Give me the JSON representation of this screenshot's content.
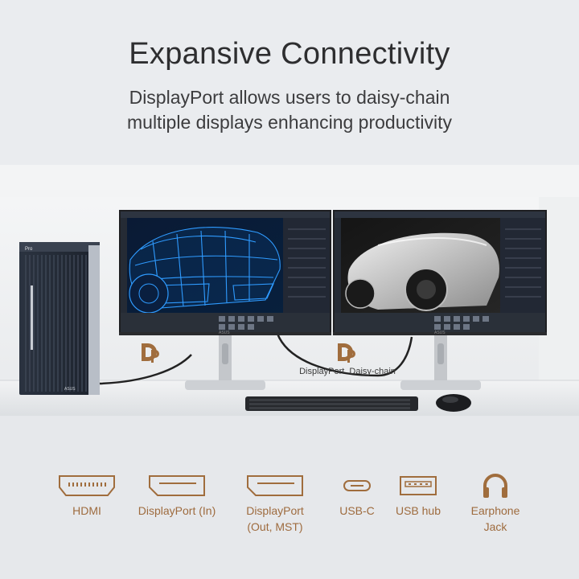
{
  "header": {
    "title": "Expansive Connectivity",
    "subtitle_line1": "DisplayPort allows users to daisy-chain",
    "subtitle_line2": "multiple displays enhancing productivity"
  },
  "scene": {
    "daisy_chain_label": "DisplayPort  Daisy-chain",
    "pc_badge": "Pro",
    "pc_brand": "ASUS",
    "monitor_brand": "ASUS"
  },
  "ports": [
    {
      "icon": "hdmi-icon",
      "label": "HDMI",
      "label2": ""
    },
    {
      "icon": "displayport-in-icon",
      "label": "DisplayPort (In)",
      "label2": ""
    },
    {
      "icon": "displayport-out-icon",
      "label": "DisplayPort",
      "label2": "(Out, MST)"
    },
    {
      "icon": "usb-c-icon",
      "label": "USB-C",
      "label2": ""
    },
    {
      "icon": "usb-hub-icon",
      "label": "USB hub",
      "label2": ""
    },
    {
      "icon": "earphone-jack-icon",
      "label": "Earphone",
      "label2": "Jack"
    }
  ],
  "colors": {
    "accent": "#a06d3d",
    "title": "#2e2e30",
    "background": "#e7e9ec"
  }
}
